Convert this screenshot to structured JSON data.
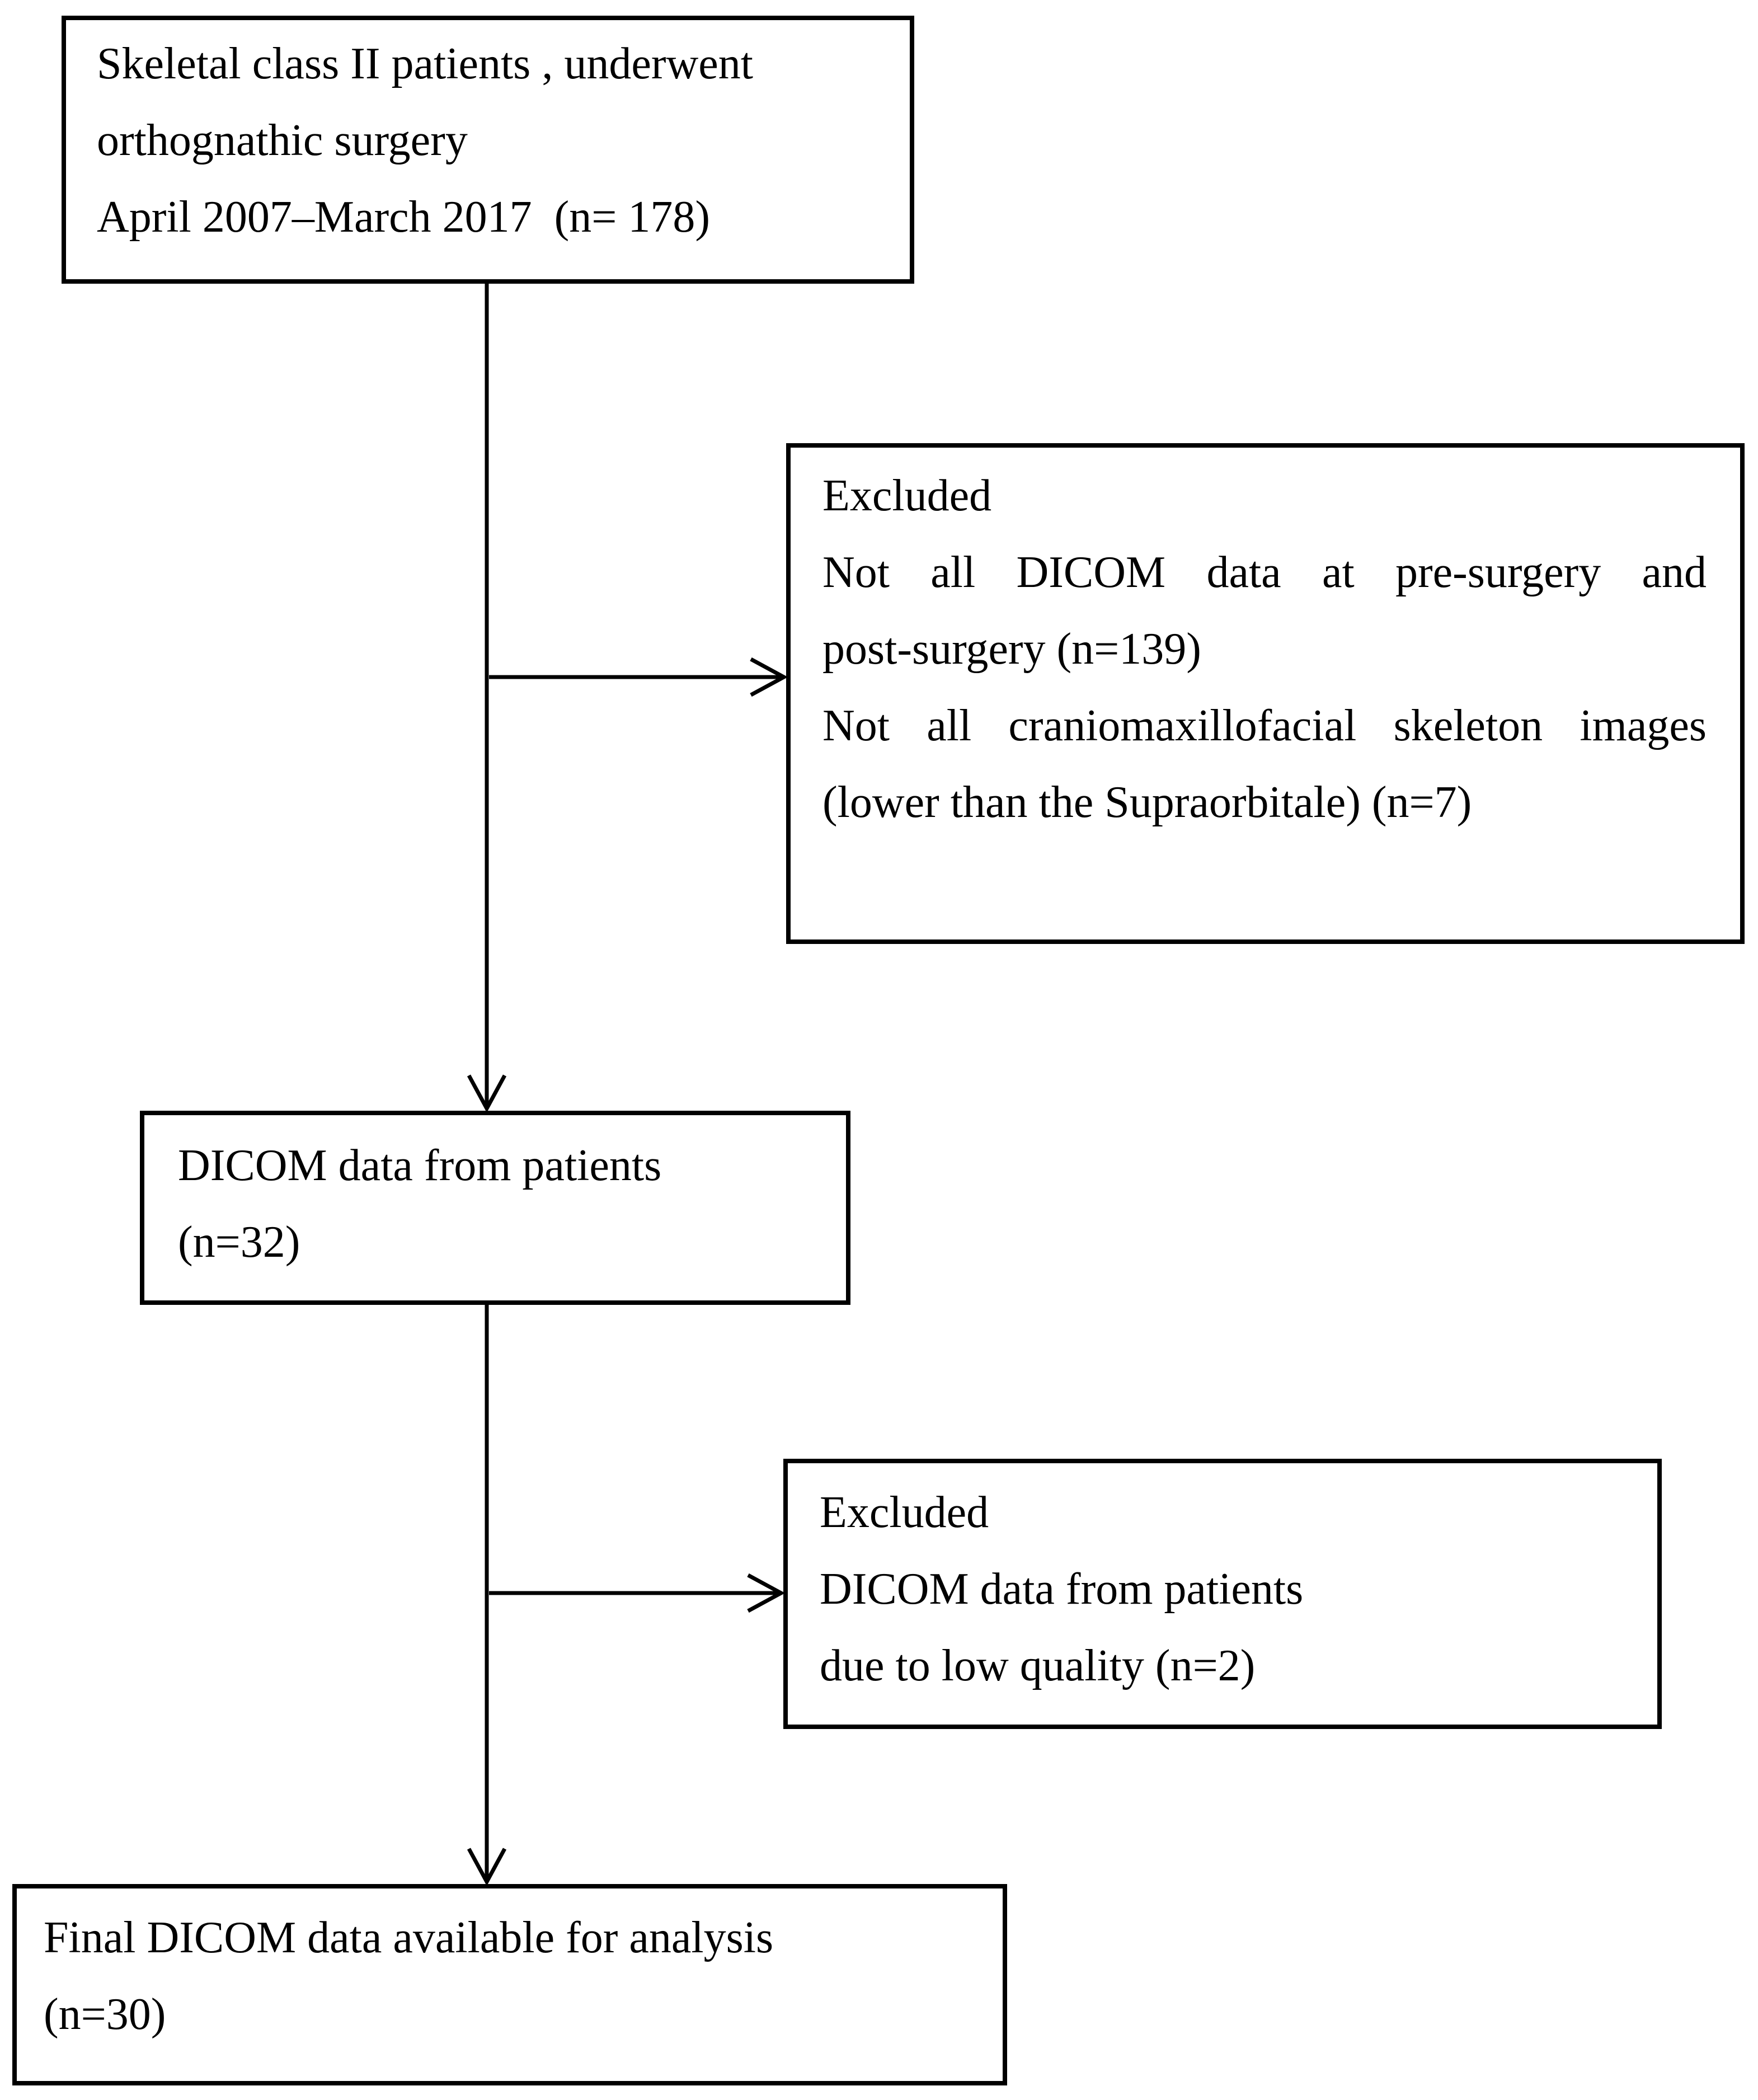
{
  "diagram": {
    "type": "flowchart",
    "background_color": "#ffffff",
    "border_color": "#000000",
    "text_color": "#000000",
    "boxes": [
      {
        "name": "initial-cohort",
        "lines": [
          "Skeletal class II patients , underwent",
          "orthognathic surgery",
          "April 2007–March 2017  (n= 178)"
        ]
      },
      {
        "name": "excluded-first",
        "lines": [
          "Excluded",
          "Not all DICOM data at pre-surgery and",
          "post-surgery (n=139)",
          "Not all craniomaxillofacial skeleton images",
          "(lower than the Supraorbitale) (n=7)"
        ]
      },
      {
        "name": "dicom-data",
        "lines": [
          "DICOM data from patients",
          "(n=32)"
        ]
      },
      {
        "name": "excluded-second",
        "lines": [
          "Excluded",
          "DICOM data from patients",
          "due to low quality (n=2)"
        ]
      },
      {
        "name": "final-analysis",
        "lines": [
          "Final DICOM data available for analysis",
          "(n=30)"
        ]
      }
    ]
  }
}
